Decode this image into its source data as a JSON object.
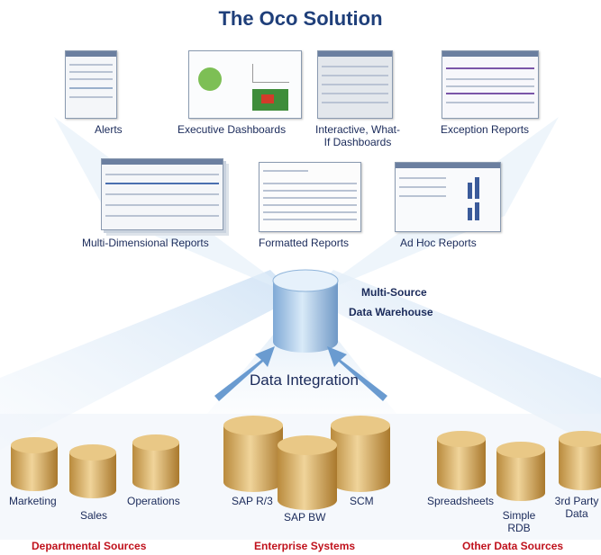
{
  "title": "The Oco Solution",
  "outputs_row1": [
    "Alerts",
    "Executive Dashboards",
    "Interactive, What-If Dashboards",
    "Exception Reports"
  ],
  "outputs_row2": [
    "Multi-Dimensional Reports",
    "Formatted Reports",
    "Ad Hoc Reports"
  ],
  "warehouse": {
    "line1": "Multi-Source",
    "line2": "Data Warehouse"
  },
  "integration_label": "Data Integration",
  "sources": {
    "departmental": {
      "title": "Departmental Sources",
      "items": [
        "Marketing",
        "Sales",
        "Operations"
      ]
    },
    "enterprise": {
      "title": "Enterprise Systems",
      "items": [
        "SAP R/3",
        "SAP BW",
        "SCM"
      ]
    },
    "other": {
      "title": "Other Data Sources",
      "items": [
        "Spreadsheets",
        "Simple RDB",
        "3rd Party Data"
      ]
    }
  },
  "colors": {
    "title": "#1f3f7a",
    "group_title": "#c0121c",
    "arrow": "#6a9bd0",
    "cylinder_gold": "#d8b26a",
    "cylinder_blue": "#9ec3e8"
  }
}
